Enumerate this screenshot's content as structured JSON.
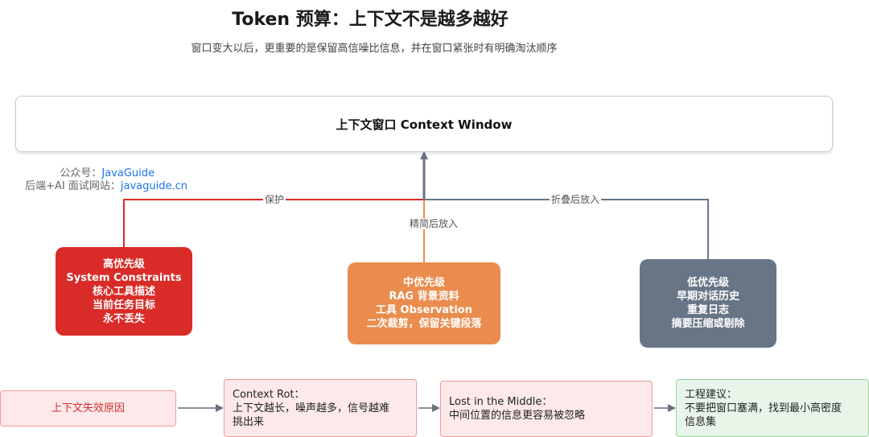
{
  "title": "Token 预算：上下文不是越多越好",
  "subtitle": "窗口变大以后，更重要的是保留高信噪比信息，并在窗口紧张时有明确淘汰顺序",
  "context_window": "上下文窗口 Context Window",
  "watermark": {
    "line1_label": "公众号：",
    "line1_value": "JavaGuide",
    "line2_label": "后端+AI 面试网站：",
    "line2_value": "javaguide.cn"
  },
  "edges": {
    "protect": "保护",
    "refine": "精简后放入",
    "fold": "折叠后放入"
  },
  "nodes": {
    "high": [
      "高优先级",
      "System Constraints",
      "核心工具描述",
      "当前任务目标",
      "永不丢失"
    ],
    "mid": [
      "中优先级",
      "RAG 背景资料",
      "工具 Observation",
      "二次裁剪，保留关键段落"
    ],
    "low": [
      "低优先级",
      "早期对话历史",
      "重复日志",
      "摘要压缩或剔除"
    ]
  },
  "flow": {
    "cause": "上下文失效原因",
    "rot": [
      "Context Rot：",
      "上下文越长，噪声越多，信号越难",
      "挑出来"
    ],
    "lost": [
      "Lost in the Middle：",
      "中间位置的信息更容易被忽略"
    ],
    "advice": [
      "工程建议：",
      "不要把窗口塞满，找到最小高密度",
      "信息集"
    ]
  },
  "colors": {
    "high": "#d92b27",
    "mid": "#e98c4d",
    "low": "#677587",
    "arrow": "#6b7280"
  }
}
